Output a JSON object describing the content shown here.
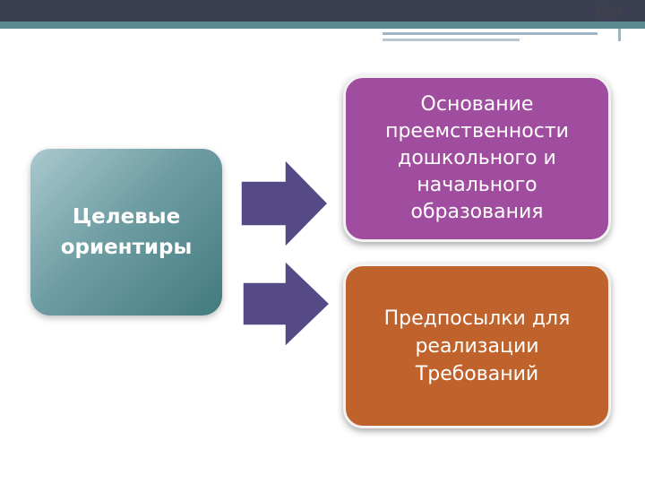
{
  "slide": {
    "page_number": "129"
  },
  "diagram": {
    "source_box": "Целевые ориентиры",
    "targets": [
      "Основание преемственности дошкольного и начального образования",
      "Предпосылки для реализации Требований"
    ]
  },
  "colors": {
    "source_box": "#6f9ea4",
    "target_1": "#a04c9f",
    "target_2": "#c0622b",
    "arrow": "#554a86"
  }
}
